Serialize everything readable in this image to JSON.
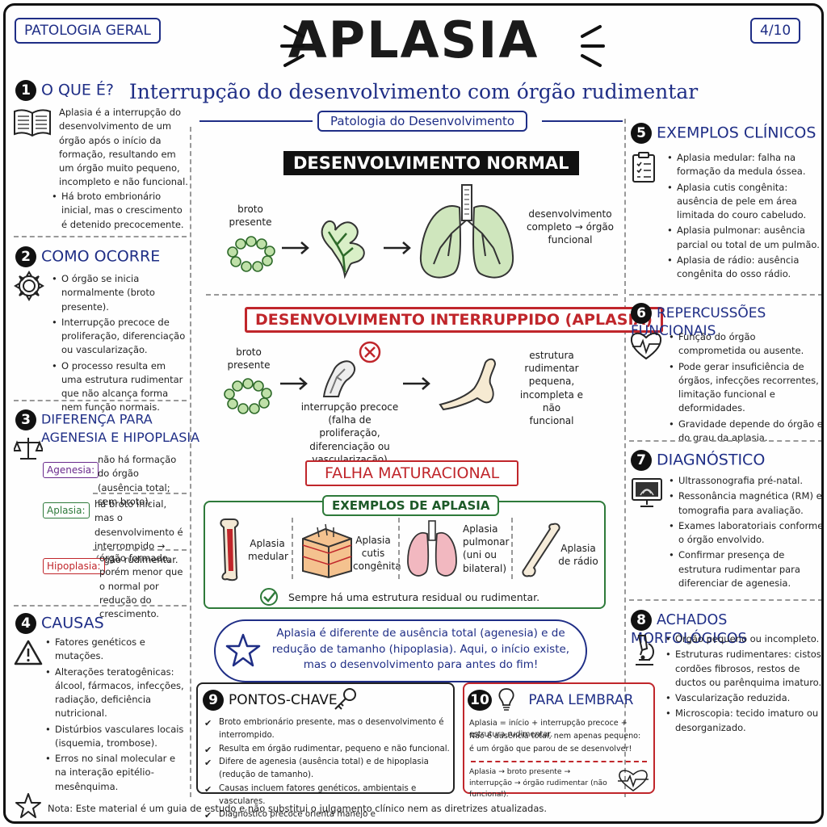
{
  "header": {
    "tag_left": "PATOLOGIA GERAL",
    "tag_right": "4/10",
    "title": "APLASIA",
    "subtitle": "Interrupção do desenvolvimento com órgão rudimentar",
    "section_tag": "Patologia do Desenvolvimento"
  },
  "sections": {
    "s1": {
      "num": "1",
      "title": "O QUE É?",
      "text": "Aplasia é a interrupção do desenvolvimento de um órgão após o início da formação, resultando em um órgão muito pequeno, incompleto e não funcional.",
      "bullet": "Há broto embrionário inicial, mas o crescimento é detenido precocemente."
    },
    "s2": {
      "num": "2",
      "title": "COMO OCORRE",
      "bullets": [
        "O órgão se inicia normalmente (broto presente).",
        "Interrupção precoce de proliferação, diferenciação ou vascularização.",
        "O processo resulta em uma estrutura rudimentar que não alcança forma nem função normais."
      ]
    },
    "s3": {
      "num": "3",
      "title_line1": "DIFERENÇA PARA",
      "title_line2": "AGENESIA E HIPOPLASIA",
      "items": [
        {
          "label": "Agenesia:",
          "text": "não há formação do órgão (ausência total; sem broto).",
          "color": "#6a2a8c"
        },
        {
          "label": "Aplasia:",
          "text": "há broto inicial, mas o desenvolvimento é interrompido → órgão rudimentar.",
          "color": "#2e7a3a"
        },
        {
          "label": "Hipoplasia:",
          "text": "órgão formado, porém menor que o normal por redução do crescimento.",
          "color": "#c0262b"
        }
      ]
    },
    "s4": {
      "num": "4",
      "title": "CAUSAS",
      "bullets": [
        "Fatores genéticos e mutações.",
        "Alterações teratogênicas: álcool, fármacos, infecções, radiação, deficiência nutricional.",
        "Distúrbios vasculares locais (isquemia, trombose).",
        "Erros no sinal molecular e na interação epitélio-mesênquima."
      ]
    },
    "s5": {
      "num": "5",
      "title": "EXEMPLOS CLÍNICOS",
      "bullets": [
        "Aplasia medular: falha na formação da medula óssea.",
        "Aplasia cutis congênita: ausência de pele em área limitada do couro cabeludo.",
        "Aplasia pulmonar: ausência parcial ou total de um pulmão.",
        "Aplasia de rádio: ausência congênita do osso rádio."
      ]
    },
    "s6": {
      "num": "6",
      "title": "REPERCUSSÕES FUNCIONAIS",
      "bullets": [
        "Função do órgão comprometida ou ausente.",
        "Pode gerar insuficiência de órgãos, infecções recorrentes, limitação funcional e deformidades.",
        "Gravidade depende do órgão e do grau da aplasia."
      ]
    },
    "s7": {
      "num": "7",
      "title": "DIAGNÓSTICO",
      "bullets": [
        "Ultrassonografia pré-natal.",
        "Ressonância magnética (RM) e tomografia para avaliação.",
        "Exames laboratoriais conforme o órgão envolvido.",
        "Confirmar presença de estrutura rudimentar para diferenciar de agenesia."
      ]
    },
    "s8": {
      "num": "8",
      "title": "ACHADOS MORFOLÓGICOS",
      "bullets": [
        "Órgão pequeno ou incompleto.",
        "Estruturas rudimentares: cistos, cordões fibrosos, restos de ductos ou parênquima imaturo.",
        "Vascularização reduzida.",
        "Microscopia: tecido imaturo ou desorganizado."
      ]
    },
    "s9": {
      "num": "9",
      "title": "PONTOS-CHAVE",
      "items": [
        "Broto embrionário presente, mas o desenvolvimento é interrompido.",
        "Resulta em órgão rudimentar, pequeno e não funcional.",
        "Difere de agenesia (ausência total) e de hipoplasia (redução de tamanho).",
        "Causas incluem fatores genéticos, ambientais e vasculares.",
        "Diagnóstico precoce orienta manejo e acompanhamento."
      ]
    },
    "s10": {
      "num": "10",
      "title": "PARA LEMBRAR",
      "text1": "Aplasia = início + interrupção precoce + estrutura rudimentar.",
      "text2": "Não é ausência total, nem apenas pequeno:",
      "text3": "é um órgão que parou de se desenvolver!",
      "flow": "Aplasia → broto presente → interrupção → órgão rudimentar (não funcional)."
    }
  },
  "center": {
    "normal_banner": "DESENVOLVIMENTO NORMAL",
    "normal_bud": "broto presente",
    "normal_result": "desenvolvimento completo → órgão funcional",
    "interrupted_banner": "DESENVOLVIMENTO INTERRUPPIDO (APLASIA)",
    "int_bud": "broto presente",
    "int_middle": "interrupção precoce (falha de proliferação, diferenciação ou vascularização)",
    "int_result": "estrutura rudimentar pequena, incompleta e não funcional",
    "failure_banner": "FALHA MATURACIONAL",
    "examples_title": "EXEMPLOS DE APLASIA",
    "ex1": "Aplasia medular",
    "ex2": "Aplasia cutis congênita",
    "ex3": "Aplasia pulmonar (uni ou bilateral)",
    "ex4": "Aplasia de rádio",
    "examples_note": "Sempre há uma estrutura residual ou rudimentar.",
    "cloud_text": "Aplasia é diferente de ausência total (agenesia) e de redução de tamanho (hipoplasia). Aqui, o início existe, mas o desenvolvimento para antes do fim!"
  },
  "footer": {
    "note": "Nota: Este material é um guia de estudo e não substitui o julgamento clínico nem as diretrizes atualizadas."
  },
  "icons": [
    "book-icon",
    "gear-icon",
    "scale-icon",
    "warning-icon",
    "clipboard-icon",
    "heart-pulse-icon",
    "ultrasound-monitor-icon",
    "microscope-icon",
    "key-icon",
    "lightbulb-icon",
    "star-icon",
    "check-icon",
    "x-circle-icon"
  ],
  "colors": {
    "navy": "#1f2e86",
    "red": "#c0262b",
    "green": "#2e7a3a",
    "purple": "#6a2a8c"
  }
}
